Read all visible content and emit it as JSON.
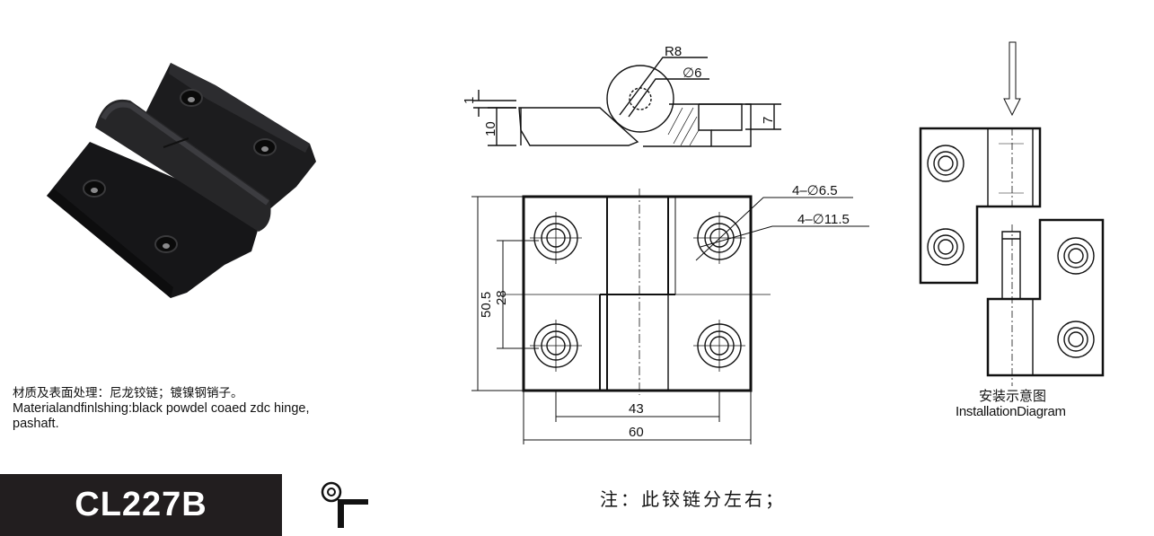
{
  "material": {
    "line_cn": "材质及表面处理：尼龙铰链；镀镍钢销子。",
    "line_en_1": "Materialandfinlshing:black powdel coaed zdc hinge,",
    "line_en_2": "pashaft."
  },
  "model": "CL227B",
  "note": "注：此铰链分左右；",
  "installation": {
    "label_cn": "安装示意图",
    "label_en": "InstallationDiagram"
  },
  "dimensions": {
    "radius": "R8",
    "pin_diameter": "∅6",
    "height_top": "1",
    "height_side": "10",
    "counterbore_depth": "7",
    "hole_small": "4–∅6.5",
    "hole_large": "4–∅11.5",
    "overall_height": "50.5",
    "hole_pitch_v": "28",
    "hole_pitch_h": "43",
    "overall_width": "60"
  },
  "colors": {
    "ink": "#111111",
    "model_bg": "#221e1f",
    "model_text": "#ffffff"
  }
}
